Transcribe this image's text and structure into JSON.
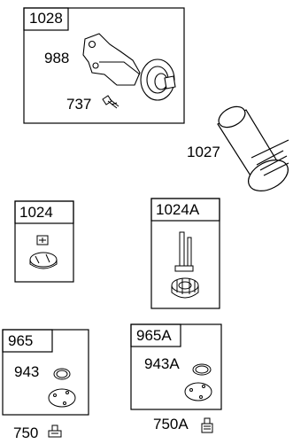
{
  "kits": {
    "oil_filter_adapter_kit": "1028",
    "oil_filter": "1027",
    "dipstick_kit": "1024",
    "dipstick_kit_a": "1024A",
    "cover_kit": "965",
    "cover_kit_a": "965A"
  },
  "parts": {
    "adapter": "988",
    "screw": "737",
    "gasket": "943",
    "gasket_a": "943A",
    "plug": "750",
    "plug_a": "750A"
  }
}
